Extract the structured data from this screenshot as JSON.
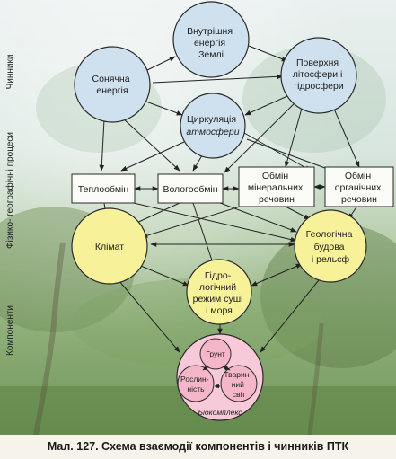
{
  "side_labels": {
    "factors": "Чинники",
    "processes": "Фізико- географічні процеси",
    "components": "Компоненти"
  },
  "nodes": {
    "inner_energy": "Внутрішня енергія Землі",
    "solar_energy": "Сонячна енергія",
    "surface": "Поверхня літосфери і гідросфери",
    "circulation": "Циркуляція атмосфери",
    "heat_exchange": "Теплообмін",
    "moisture_exchange": "Вологообмін",
    "mineral_exchange": "Обмін мінеральних речовин",
    "organic_exchange": "Обмін органічних речовин",
    "climate": "Клімат",
    "geology": "Геологічна будова і рельєф",
    "hydrology": "Гідро- логічний режим суші і моря",
    "soil": "Грунт",
    "plants": "Рослин- ність",
    "animals": "Тварин- ний світ",
    "biocomplex": "Біокомплекс"
  },
  "colors": {
    "factor_fill": "#cfe0ee",
    "process_fill": "#fbfbf7",
    "component_fill": "#f7f19a",
    "biocomplex_fill": "#f8c9d8",
    "sub_fill": "#f6b6ca",
    "stroke": "#2a2a2a"
  },
  "caption": "Мал. 127. Схема взаємодії компонентів і чинників ПТК"
}
